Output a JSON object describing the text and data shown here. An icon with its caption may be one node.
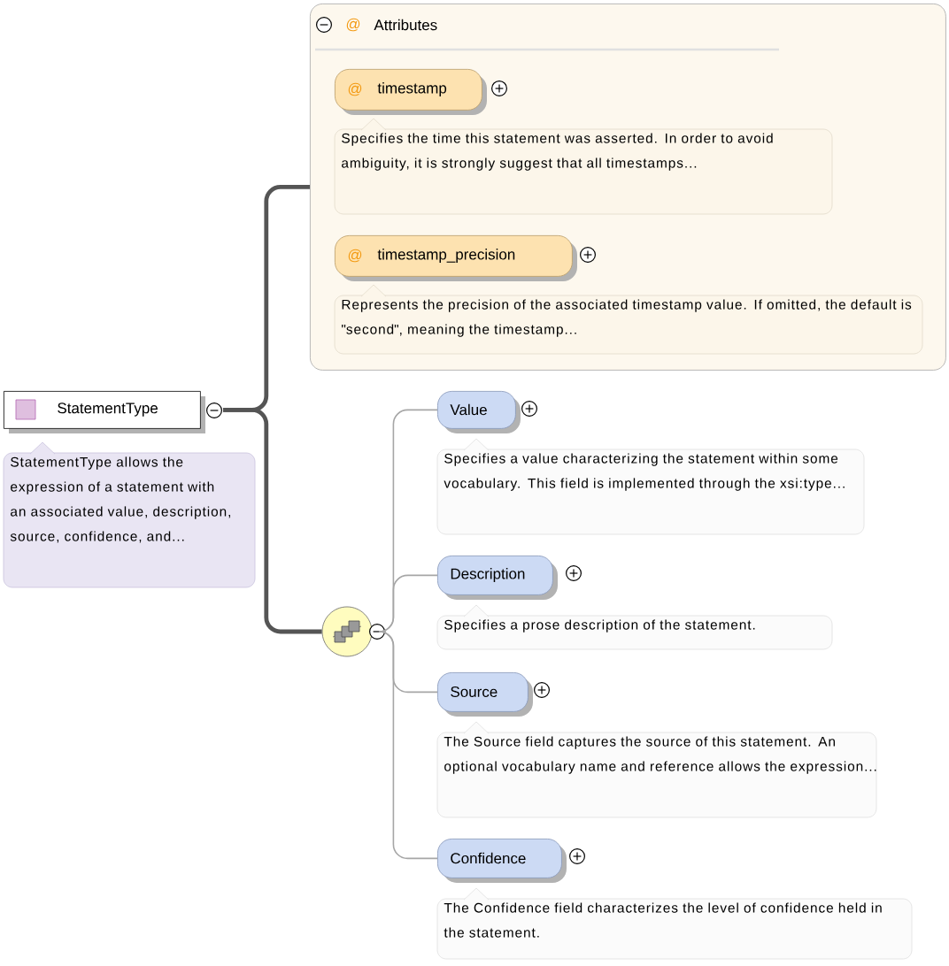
{
  "diagram": {
    "nodes": [
      {
        "text": [
          "StatementType"
        ],
        "beside": [
          "StatementType allows the expression of a statement with an associated value, description, source, confidence, and..."
        ]
      },
      {
        "text": [
          "@",
          "Attributes"
        ]
      },
      {
        "text": [
          "@",
          "timestamp"
        ],
        "in": 1,
        "beside": [
          "Specifies the time this statement was asserted. In order to avoid ambiguity, it is strongly suggest that all timestamps..."
        ]
      },
      {
        "text": [
          "@",
          "timestamp_precision"
        ],
        "in": 1,
        "beside": [
          "Represents the precision of the associated timestamp value. If omitted, the default is \"second\", meaning the timestamp..."
        ]
      },
      {
        "text": [],
        "shape": "circle"
      },
      {
        "text": [
          "Value"
        ],
        "beside": [
          "Specifies a value characterizing the statement within some vocabulary. This field is implemented through the xsi:type..."
        ]
      },
      {
        "text": [
          "Description"
        ],
        "beside": [
          "Specifies a prose description of the statement."
        ]
      },
      {
        "text": [
          "Source"
        ],
        "beside": [
          "The Source field captures the source of this statement. An optional vocabulary name and reference allows the expression..."
        ]
      },
      {
        "text": [
          "Confidence"
        ],
        "beside": [
          "The Confidence field characterizes the level of confidence held in the statement."
        ]
      }
    ],
    "edges": [
      {
        "from": 0,
        "to": 1,
        "arrow": "none",
        "style": "thick",
        "color": "#555555"
      },
      {
        "from": 0,
        "to": 4,
        "arrow": "none",
        "style": "thick",
        "color": "#555555"
      },
      {
        "from": 4,
        "to": 5,
        "arrow": "none"
      },
      {
        "from": 4,
        "to": 6,
        "arrow": "none"
      },
      {
        "from": 4,
        "to": 7,
        "arrow": "none"
      },
      {
        "from": 4,
        "to": 8,
        "arrow": "none"
      }
    ]
  }
}
